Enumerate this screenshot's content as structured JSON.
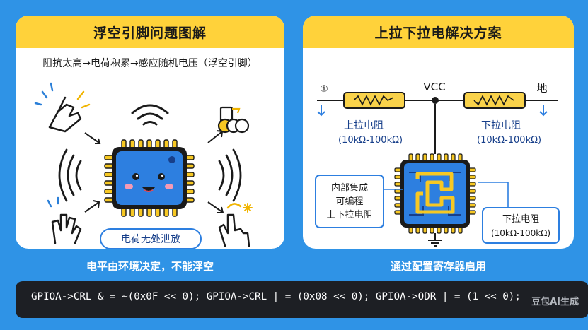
{
  "left_panel": {
    "title": "浮空引脚问题图解",
    "chain_text": "阻抗太高→电荷积累→感应随机电压（浮空引脚）",
    "bubble_label": "电荷无处泄放",
    "caption": "电平由环境决定，不能浮空"
  },
  "right_panel": {
    "title": "上拉下拉电解决方案",
    "left_terminal": "①",
    "vcc_label": "VCC",
    "right_terminal": "地",
    "pullup_label": "上拉电阻",
    "pullup_range": "(10kΩ-100kΩ)",
    "pulldown_label": "下拉电阻",
    "pulldown_range": "(10kΩ-100kΩ)",
    "internal_box": [
      "内部集成",
      "可编程",
      "上下拉电阻"
    ],
    "pulldown_box_label": "下拉电阻",
    "pulldown_box_range": "(10kΩ-100kΩ)",
    "caption": "通过配置寄存器启用"
  },
  "code_line": "GPIOA->CRL & = ~(0x0F << 0); GPIOA->CRL | = (0x08 << 0); GPIOA->ODR | = (1 << 0);",
  "watermark": "豆包AI生成",
  "colors": {
    "background": "#2f93e6",
    "header_yellow": "#ffd23a",
    "chip_blue": "#2d7fe0",
    "pin_yellow": "#f7c823",
    "resistor_yellow": "#f9d24a",
    "dark_blue": "#173f8a"
  },
  "icons": [
    "finger-touch-icon",
    "wifi-waves-icon",
    "coin-stack-icon",
    "sound-waves-icon",
    "hand-gesture-icon",
    "pointer-hand-icon",
    "sparkle-icon"
  ]
}
